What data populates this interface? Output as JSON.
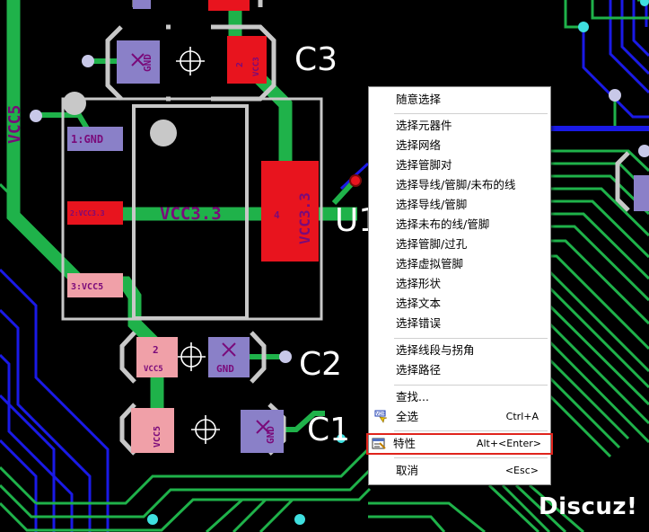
{
  "board": {
    "designators": {
      "c3": "C3",
      "c2": "C2",
      "c1": "C1",
      "u1": "U1"
    },
    "nets": {
      "vcc5": "VCC5",
      "vcc33": "VCC3.3",
      "vcc3_3_vertical": "VCC3.3"
    },
    "pads": {
      "c3_gnd": "GND",
      "c3_vcc": "VCC3",
      "c3_pin2": "2",
      "u1_pin1": "1:GND",
      "u1_pin2": "2:VCC3.3",
      "u1_pin3": "3:VCC5",
      "u1_pin4": "4",
      "c2_pin2": "2",
      "c2_vcc": "VCC5",
      "c2_gnd": "GND",
      "c1_vcc": "VCC5",
      "c1_gnd": "GND"
    }
  },
  "context_menu": {
    "items": [
      {
        "label": "随意选择"
      },
      {
        "label": "选择元器件"
      },
      {
        "label": "选择网络"
      },
      {
        "label": "选择管脚对"
      },
      {
        "label": "选择导线/管脚/未布的线"
      },
      {
        "label": "选择导线/管脚"
      },
      {
        "label": "选择未布的线/管脚"
      },
      {
        "label": "选择管脚/过孔"
      },
      {
        "label": "选择虚拟管脚"
      },
      {
        "label": "选择形状"
      },
      {
        "label": "选择文本"
      },
      {
        "label": "选择错误"
      },
      {
        "label": "选择线段与拐角"
      },
      {
        "label": "选择路径"
      },
      {
        "label": "查找..."
      },
      {
        "label": "全选",
        "shortcut": "Ctrl+A"
      },
      {
        "label": "特性",
        "shortcut": "Alt+<Enter>"
      },
      {
        "label": "取消",
        "shortcut": "<Esc>"
      }
    ],
    "highlighted_item": "特性",
    "highlight_color": "#e0241c"
  },
  "watermark": "Discuz!",
  "colors": {
    "background": "#000000",
    "trace_green": "#1fb24a",
    "trace_blue": "#1a1ae6",
    "pad_red": "#e8141e",
    "pad_pink": "#f0a0a8",
    "pad_purple": "#8a80c8",
    "silkscreen_gray": "#c8c8c8",
    "via_cyan": "#3fe0e0"
  }
}
